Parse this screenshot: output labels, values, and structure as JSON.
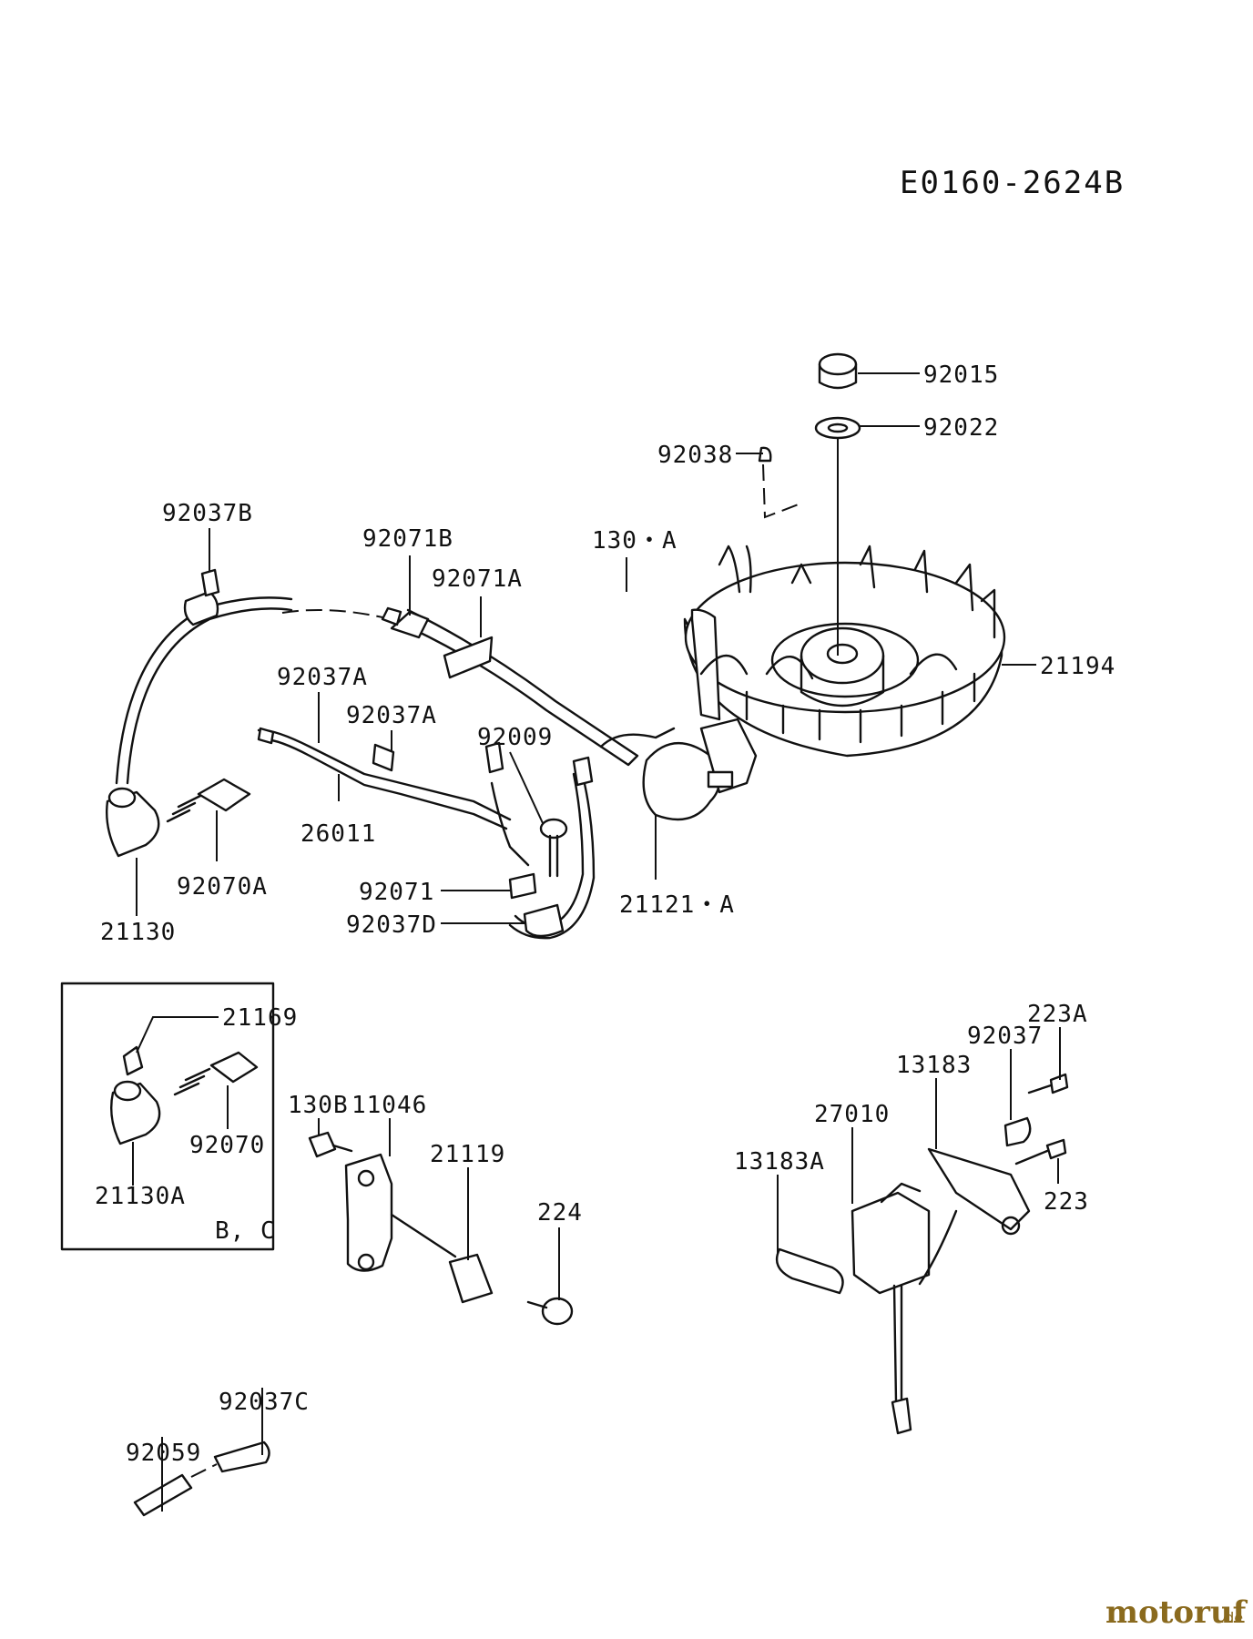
{
  "diagram_code": "E0160-2624B",
  "inset_caption": "B, C",
  "parts": [
    {
      "id": "p92015",
      "label": "92015"
    },
    {
      "id": "p92022",
      "label": "92022"
    },
    {
      "id": "p92038",
      "label": "92038"
    },
    {
      "id": "p92037B",
      "label": "92037B"
    },
    {
      "id": "p92071B",
      "label": "92071B"
    },
    {
      "id": "p92071A",
      "label": "92071A"
    },
    {
      "id": "p130A",
      "label": "130・A"
    },
    {
      "id": "p21194",
      "label": "21194"
    },
    {
      "id": "p92037A_1",
      "label": "92037A"
    },
    {
      "id": "p92037A_2",
      "label": "92037A"
    },
    {
      "id": "p92009",
      "label": "92009"
    },
    {
      "id": "p26011",
      "label": "26011"
    },
    {
      "id": "p92070A",
      "label": "92070A"
    },
    {
      "id": "p21121A",
      "label": "21121・A"
    },
    {
      "id": "p92071",
      "label": "92071"
    },
    {
      "id": "p92037D",
      "label": "92037D"
    },
    {
      "id": "p21130",
      "label": "21130"
    },
    {
      "id": "p21169",
      "label": "21169"
    },
    {
      "id": "p92070",
      "label": "92070"
    },
    {
      "id": "p21130A",
      "label": "21130A"
    },
    {
      "id": "p130B",
      "label": "130B"
    },
    {
      "id": "p11046",
      "label": "11046"
    },
    {
      "id": "p21119",
      "label": "21119"
    },
    {
      "id": "p224",
      "label": "224"
    },
    {
      "id": "p223A",
      "label": "223A"
    },
    {
      "id": "p92037",
      "label": "92037"
    },
    {
      "id": "p13183",
      "label": "13183"
    },
    {
      "id": "p27010",
      "label": "27010"
    },
    {
      "id": "p13183A",
      "label": "13183A"
    },
    {
      "id": "p223",
      "label": "223"
    },
    {
      "id": "p92037C",
      "label": "92037C"
    },
    {
      "id": "p92059",
      "label": "92059"
    }
  ],
  "watermark": {
    "brand": "motoruf",
    "suffix": ".de",
    "color": "#8a6a1e"
  }
}
